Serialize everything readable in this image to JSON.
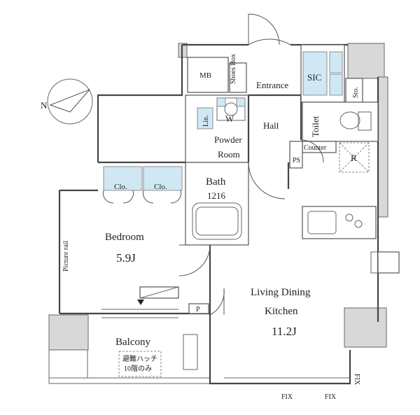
{
  "compass": {
    "label": "N"
  },
  "rooms": {
    "mb": "MB",
    "shoes_box": "Shoes Box",
    "entrance": "Entrance",
    "sic": "SIC",
    "sto": "Sto.",
    "w": "W",
    "lin": "Lin.",
    "hall": "Hall",
    "toilet": "Toilet",
    "powder_room_line1": "Powder",
    "powder_room_line2": "Room",
    "ps": "PS",
    "counter": "Counter",
    "r": "R",
    "clo_left": "Clo.",
    "clo_right": "Clo.",
    "bath": "Bath",
    "bath_size": "1216",
    "bedroom": "Bedroom",
    "bedroom_size": "5.9J",
    "picture_rail": "Picture rail",
    "ldk_line1": "Living Dining",
    "ldk_line2": "Kitchen",
    "ldk_size": "11.2J",
    "p": "P",
    "balcony": "Balcony",
    "hatch_line1": "避難ハッチ",
    "hatch_line2": "10階のみ",
    "fix_1": "FIX",
    "fix_2": "FIX",
    "fix_right": "FIX"
  }
}
